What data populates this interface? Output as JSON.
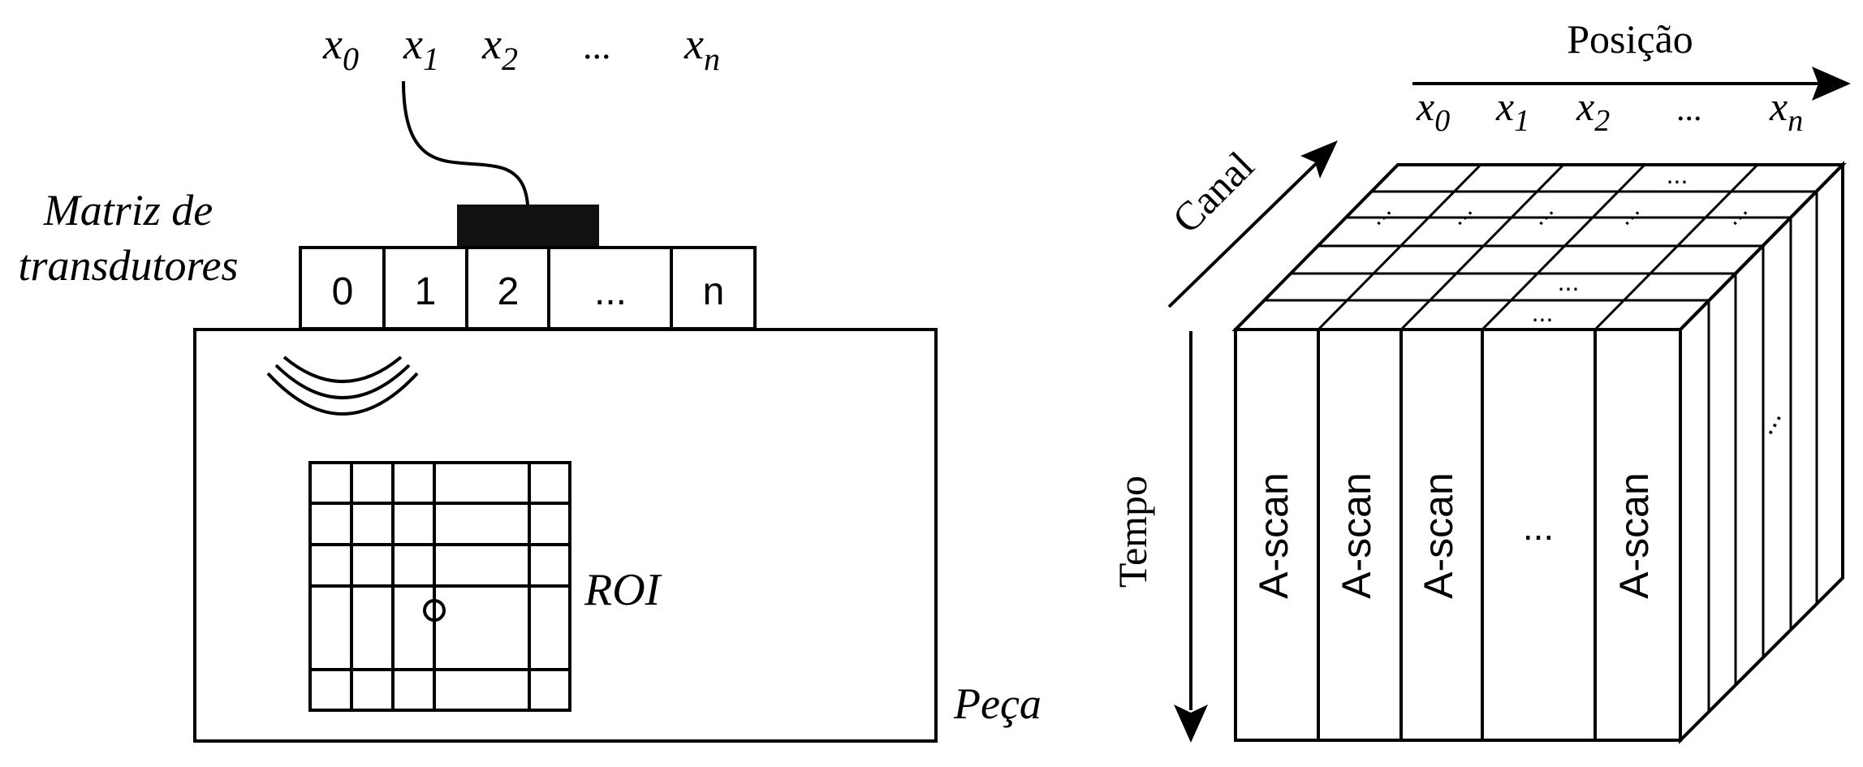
{
  "left": {
    "positions": [
      {
        "base": "x",
        "sub": "0"
      },
      {
        "base": "x",
        "sub": "1"
      },
      {
        "base": "x",
        "sub": "2"
      },
      {
        "base": "...",
        "sub": ""
      },
      {
        "base": "x",
        "sub": "n"
      }
    ],
    "array_label_line1": "Matriz de",
    "array_label_line2": "transdutores",
    "elements": [
      "0",
      "1",
      "2",
      "...",
      "n"
    ],
    "roi_label": "ROI",
    "part_label": "Peça"
  },
  "right": {
    "axis_position": "Posição",
    "axis_channel": "Canal",
    "axis_time": "Tempo",
    "positions": [
      {
        "base": "x",
        "sub": "0"
      },
      {
        "base": "x",
        "sub": "1"
      },
      {
        "base": "x",
        "sub": "2"
      },
      {
        "base": "...",
        "sub": ""
      },
      {
        "base": "x",
        "sub": "n"
      }
    ],
    "columns": [
      "A-scan",
      "A-scan",
      "A-scan",
      "...",
      "A-scan"
    ],
    "ellipsis": "..."
  }
}
